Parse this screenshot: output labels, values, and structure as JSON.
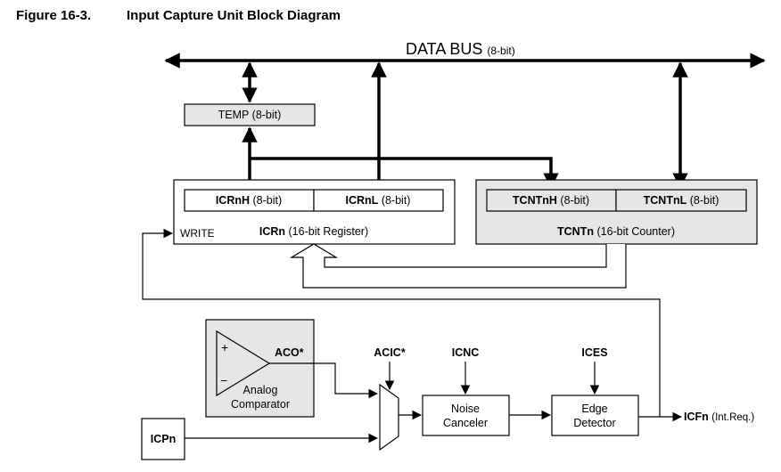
{
  "figure": {
    "number": "Figure 16-3.",
    "title": "Input Capture Unit Block Diagram"
  },
  "data_bus": {
    "label": "DATA BUS",
    "width": "(8-bit)"
  },
  "temp": {
    "name": "TEMP",
    "width": "(8-bit)"
  },
  "icr": {
    "high_name": "ICRnH",
    "high_width": "(8-bit)",
    "low_name": "ICRnL",
    "low_width": "(8-bit)",
    "name": "ICRn",
    "desc": "(16-bit Register)",
    "write_label": "WRITE"
  },
  "tcnt": {
    "high_name": "TCNTnH",
    "high_width": "(8-bit)",
    "low_name": "TCNTnL",
    "low_width": "(8-bit)",
    "name": "TCNTn",
    "desc": "(16-bit Counter)"
  },
  "comparator": {
    "output": "ACO*",
    "line1": "Analog",
    "line2": "Comparator",
    "plus": "+",
    "minus": "−"
  },
  "signals": {
    "acic": "ACIC*",
    "icnc": "ICNC",
    "ices": "ICES",
    "icp": "ICPn",
    "icf": "ICFn",
    "icf_note": "(Int.Req.)"
  },
  "noise_canceler": {
    "line1": "Noise",
    "line2": "Canceler"
  },
  "edge_detector": {
    "line1": "Edge",
    "line2": "Detector"
  },
  "colors": {
    "box_fill": "#e6e6e6",
    "line": "#000000",
    "background": "#ffffff"
  }
}
